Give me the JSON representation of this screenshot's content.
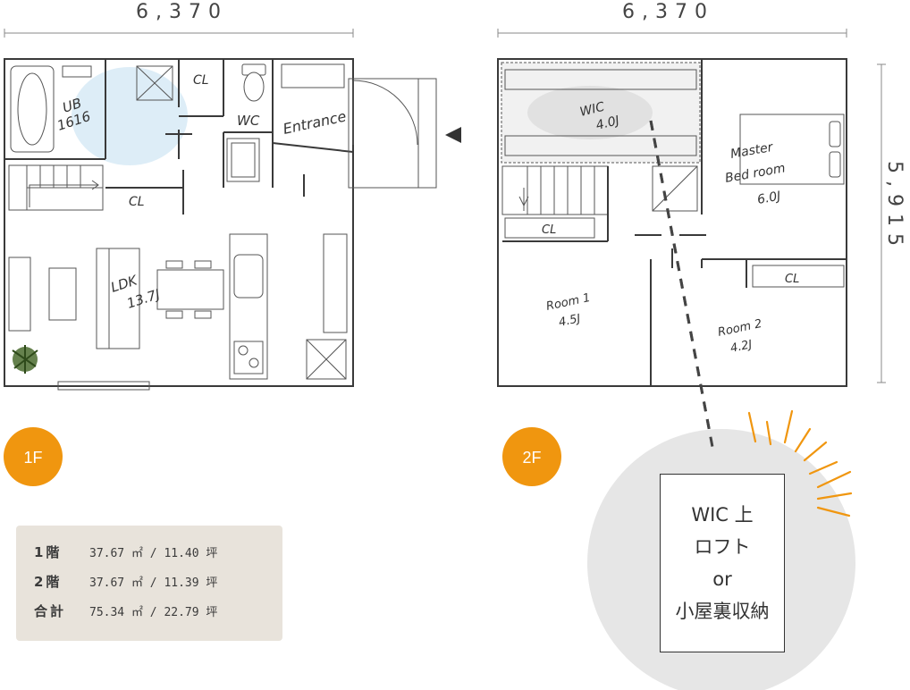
{
  "dimensions": {
    "f1_width": "6,370",
    "f2_width": "6,370",
    "depth": "5,915"
  },
  "floor1": {
    "badge": "1F",
    "rooms": {
      "ub": "UB",
      "ub_size": "1616",
      "cl_top": "CL",
      "wc": "WC",
      "entrance": "Entrance",
      "cl_stair": "CL",
      "ldk": "LDK",
      "ldk_size": "13.7J"
    }
  },
  "floor2": {
    "badge": "2F",
    "rooms": {
      "wic": "WIC",
      "wic_size": "4.0J",
      "master1": "Master",
      "master2": "Bed room",
      "master_size": "6.0J",
      "cl_left": "CL",
      "cl_right": "CL",
      "room1": "Room 1",
      "room1_size": "4.5J",
      "room2": "Room 2",
      "room2_size": "4.2J"
    }
  },
  "area_table": {
    "rows": [
      {
        "label": "1階",
        "value": "37.67 ㎡ / 11.40 坪"
      },
      {
        "label": "2階",
        "value": "37.67 ㎡ / 11.39 坪"
      },
      {
        "label": "合計",
        "value": "75.34 ㎡ / 22.79 坪"
      }
    ]
  },
  "callout": {
    "line1": "WIC 上",
    "line2": "ロフト",
    "line3": "or",
    "line4": "小屋裏収納"
  },
  "colors": {
    "badge": "#f0960f",
    "callout_circle": "#e6e6e6",
    "spark": "#f0960f",
    "area_bg": "#e8e3db"
  }
}
